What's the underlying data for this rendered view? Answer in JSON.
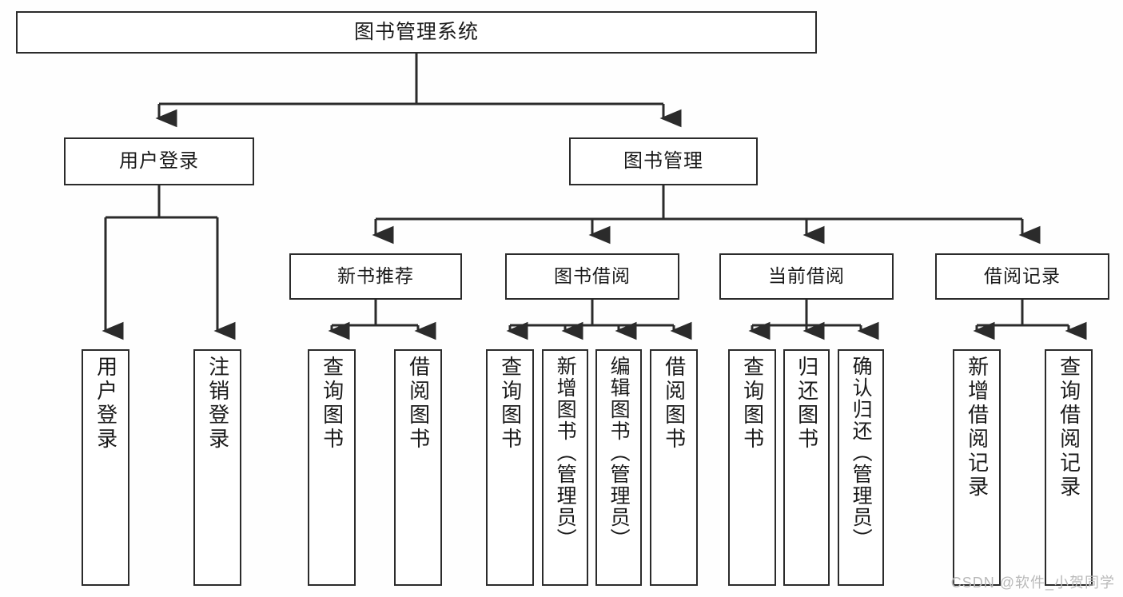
{
  "diagram": {
    "title": "图书管理系统",
    "type": "tree",
    "root": {
      "id": "root",
      "label": "图书管理系统"
    },
    "level2": [
      {
        "id": "user-login",
        "label": "用户登录"
      },
      {
        "id": "book-manage",
        "label": "图书管理"
      }
    ],
    "level3": [
      {
        "id": "new-book-recommend",
        "label": "新书推荐"
      },
      {
        "id": "book-borrow",
        "label": "图书借阅"
      },
      {
        "id": "current-borrow",
        "label": "当前借阅"
      },
      {
        "id": "borrow-record",
        "label": "借阅记录"
      }
    ],
    "leaves": {
      "user_login": [
        {
          "id": "leaf-user-login",
          "label": "用户登录"
        },
        {
          "id": "leaf-logout-login",
          "label": "注销登录"
        }
      ],
      "new_book_recommend": [
        {
          "id": "leaf-query-book-1",
          "label": "查询图书"
        },
        {
          "id": "leaf-borrow-book-1",
          "label": "借阅图书"
        }
      ],
      "book_borrow": [
        {
          "id": "leaf-query-book-2",
          "label": "查询图书"
        },
        {
          "id": "leaf-add-book",
          "label": "新增图书（管理员）"
        },
        {
          "id": "leaf-edit-book",
          "label": "编辑图书（管理员）"
        },
        {
          "id": "leaf-borrow-book-2",
          "label": "借阅图书"
        }
      ],
      "current_borrow": [
        {
          "id": "leaf-query-book-3",
          "label": "查询图书"
        },
        {
          "id": "leaf-return-book",
          "label": "归还图书"
        },
        {
          "id": "leaf-confirm-return",
          "label": "确认归还（管理员）"
        }
      ],
      "borrow_record": [
        {
          "id": "leaf-add-borrow-record",
          "label": "新增借阅记录"
        },
        {
          "id": "leaf-query-borrow-record",
          "label": "查询借阅记录"
        }
      ]
    },
    "colors": {
      "box_border": "#2b2b2b",
      "box_fill": "#ffffff",
      "connector": "#2b2b2b",
      "background": "#fefefe",
      "watermark": "#b9b9b9"
    }
  },
  "watermark": {
    "text": "CSDN @软件_小贺同学"
  }
}
